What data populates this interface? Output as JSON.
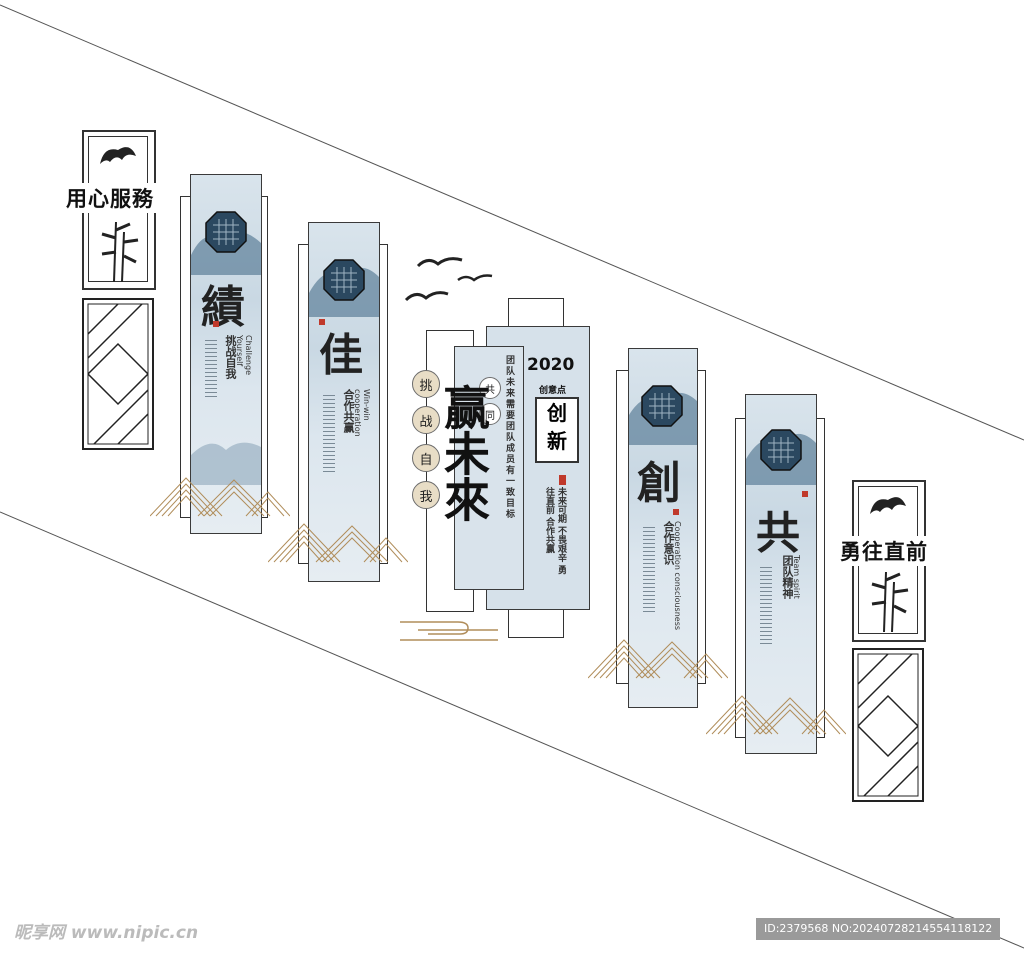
{
  "slogans": {
    "left": "用心服務",
    "right": "勇往直前"
  },
  "panels": [
    {
      "char": "績",
      "cn_sub": "挑战自我",
      "en_sub": "Challenge Yourself"
    },
    {
      "char": "佳",
      "cn_sub": "合作共赢",
      "en_sub": "Win-win cooperation"
    },
    {
      "char": "創",
      "cn_sub": "合作意识",
      "en_sub": "Cooperation consciousness"
    },
    {
      "char": "共",
      "cn_sub": "团队精神",
      "en_sub": "Team spirit"
    }
  ],
  "center": {
    "circles": [
      "挑",
      "战",
      "自",
      "我"
    ],
    "badge": [
      "共",
      "同"
    ],
    "calligraphy": "赢未來",
    "vertical_text": "团队未来需要团队成员有一致目标",
    "year": "2020",
    "subtitle": "创意点",
    "block": [
      "创",
      "新"
    ],
    "poem": "未来可期 不畏艰辛 勇往直前 合作共赢"
  },
  "watermark": {
    "left": "昵享网 www.nipic.cn",
    "right": "ID:2379568 NO:20240728214554118122"
  },
  "colors": {
    "panel_blue": "#c9d8e3",
    "mountain": "#5d7f99",
    "gold": "#b08d5a",
    "seal_red": "#c0392b"
  }
}
